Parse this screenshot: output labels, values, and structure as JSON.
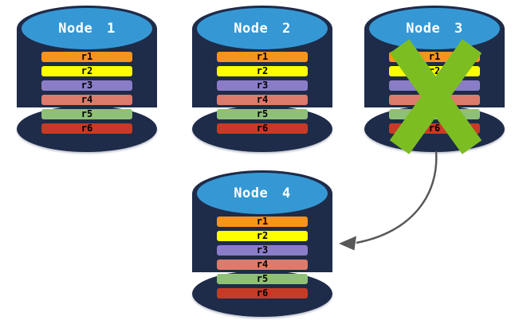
{
  "colors": {
    "cylinder_body": "#1E2B49",
    "cylinder_top": "#3598D4",
    "title_text": "#FFFFFF",
    "row_text": "#000000"
  },
  "nodes": [
    {
      "label": "Node 1",
      "status": "healthy",
      "replicas": [
        {
          "label": "r1",
          "color": "#F7941D"
        },
        {
          "label": "r2",
          "color": "#FDFF00"
        },
        {
          "label": "r3",
          "color": "#8B7CC8"
        },
        {
          "label": "r4",
          "color": "#DC7B6B"
        },
        {
          "label": "r5",
          "color": "#8FC078"
        },
        {
          "label": "r6",
          "color": "#C63B25"
        }
      ]
    },
    {
      "label": "Node 2",
      "status": "healthy",
      "replicas": [
        {
          "label": "r1",
          "color": "#F7941D"
        },
        {
          "label": "r2",
          "color": "#FDFF00"
        },
        {
          "label": "r3",
          "color": "#8B7CC8"
        },
        {
          "label": "r4",
          "color": "#DC7B6B"
        },
        {
          "label": "r5",
          "color": "#8FC078"
        },
        {
          "label": "r6",
          "color": "#C63B25"
        }
      ]
    },
    {
      "label": "Node 3",
      "status": "failed",
      "replicas": [
        {
          "label": "r1",
          "color": "#F7941D"
        },
        {
          "label": "r2",
          "color": "#FDFF00"
        },
        {
          "label": "r3",
          "color": "#8B7CC8"
        },
        {
          "label": "r4",
          "color": "#DC7B6B"
        },
        {
          "label": "r5",
          "color": "#8FC078"
        },
        {
          "label": "r6",
          "color": "#C63B25"
        }
      ]
    },
    {
      "label": "Node 4",
      "status": "healthy",
      "replicas": [
        {
          "label": "r1",
          "color": "#F7941D"
        },
        {
          "label": "r2",
          "color": "#FDFF00"
        },
        {
          "label": "r3",
          "color": "#8B7CC8"
        },
        {
          "label": "r4",
          "color": "#DC7B6B"
        },
        {
          "label": "r5",
          "color": "#8FC078"
        },
        {
          "label": "r6",
          "color": "#C63B25"
        }
      ]
    }
  ],
  "annotations": {
    "failure_mark": {
      "node": "Node 3",
      "shape": "x-mark",
      "color": "#7CBE21"
    },
    "transfer_arrow": {
      "from": "Node 3",
      "to": "Node 4",
      "color": "#595959"
    }
  }
}
